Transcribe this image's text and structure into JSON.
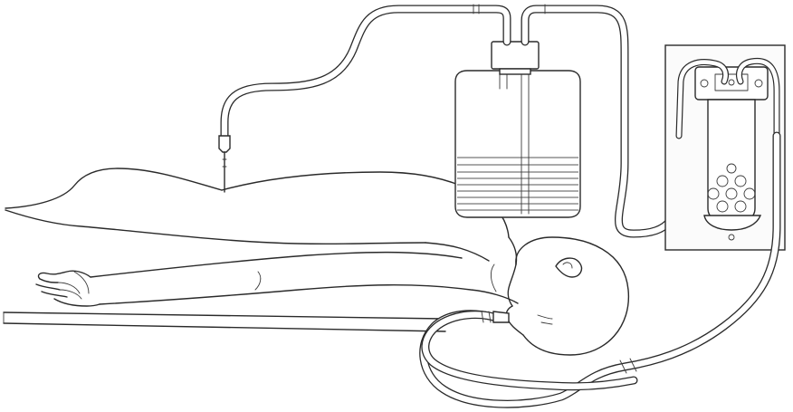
{
  "figure": {
    "description_free": true,
    "colors": {
      "ink": "#2a2a2a",
      "paper": "#ffffff"
    },
    "parts": [
      "patient-figure",
      "table-edge",
      "collection-bottle",
      "bottle-stopper",
      "fluid-level",
      "suction-pump-panel",
      "tubing-to-patient",
      "tubing-to-bottle",
      "drain-catheter"
    ]
  }
}
